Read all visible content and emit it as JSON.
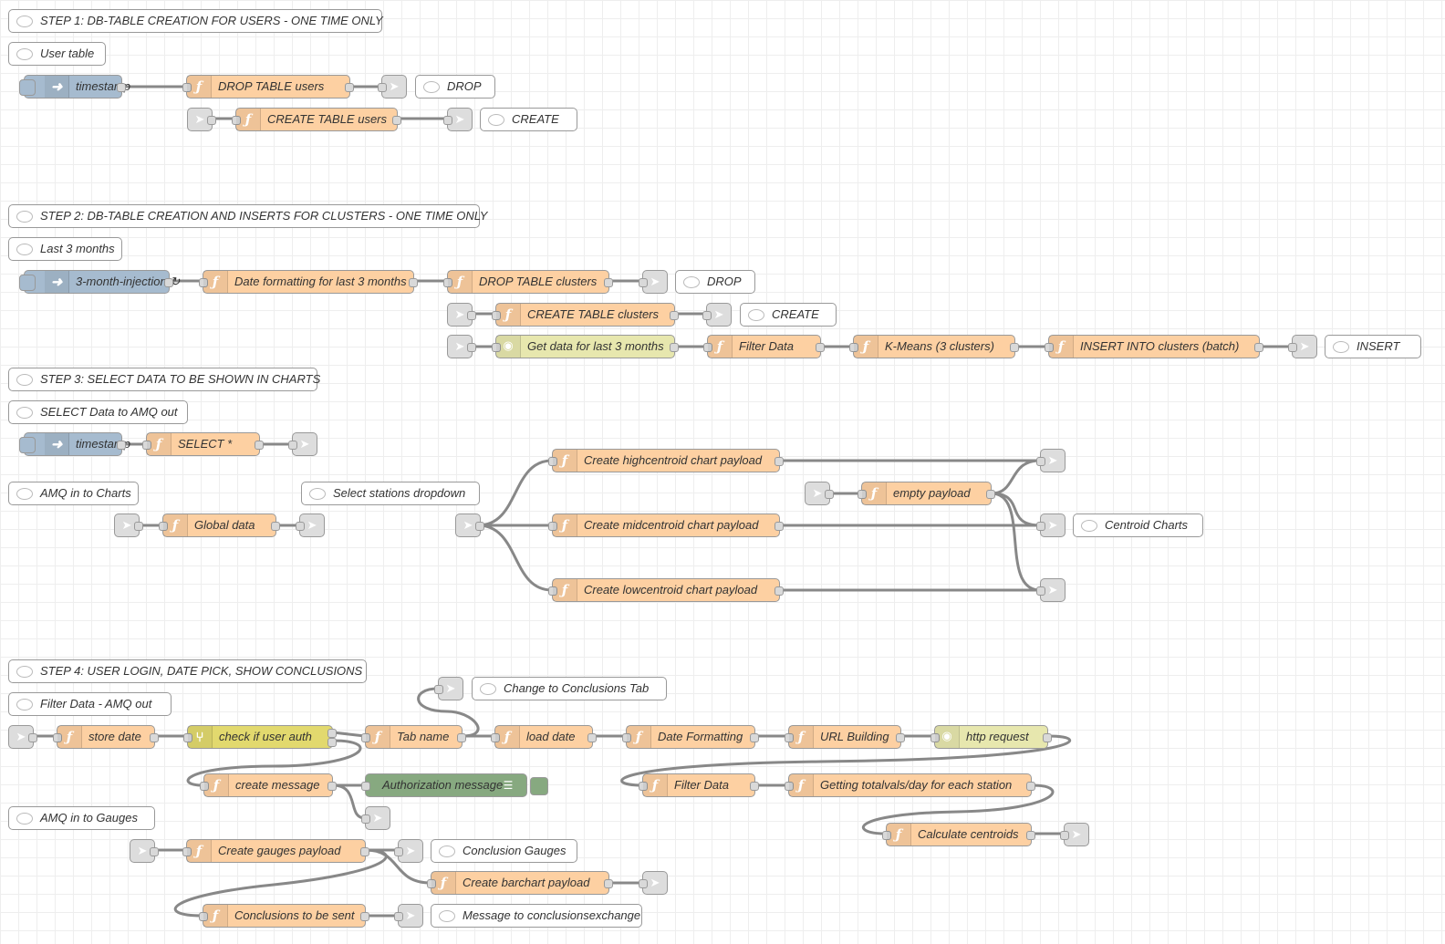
{
  "comments": {
    "step1": "STEP 1: DB-TABLE CREATION FOR USERS - ONE TIME ONLY",
    "user_table": "User table",
    "drop1": "DROP",
    "create1": "CREATE",
    "step2": "STEP 2: DB-TABLE CREATION AND INSERTS FOR CLUSTERS - ONE TIME ONLY",
    "last3": "Last 3 months",
    "drop2": "DROP",
    "create2": "CREATE",
    "insert": "INSERT",
    "step3": "STEP 3: SELECT DATA TO BE SHOWN IN CHARTS",
    "select_amq": "SELECT Data to AMQ out",
    "amq_charts": "AMQ in to Charts",
    "select_stations": "Select stations dropdown",
    "centroid_charts": "Centroid Charts",
    "step4": "STEP 4: USER LOGIN, DATE PICK, SHOW CONCLUSIONS",
    "filter_amq": "Filter Data - AMQ out",
    "change_tab": "Change to Conclusions Tab",
    "amq_gauges": "AMQ in to Gauges",
    "conclusion_gauges": "Conclusion Gauges",
    "msg_exchange": "Message to conclusionsexchange"
  },
  "nodes": {
    "inj1": "timestamp",
    "drop_users": "DROP TABLE users",
    "create_users": "CREATE TABLE users",
    "inj2": "3-month-injection ↻",
    "date_fmt3": "Date formatting for last 3 months",
    "drop_clusters": "DROP TABLE clusters",
    "create_clusters": "CREATE TABLE clusters",
    "get_data": "Get data for last 3 months",
    "filter1": "Filter Data",
    "kmeans": "K-Means (3 clusters)",
    "insert_clusters": "INSERT INTO clusters (batch)",
    "inj3": "timestamp",
    "select": "SELECT *",
    "global": "Global data",
    "high": "Create highcentroid chart payload",
    "mid": "Create midcentroid chart payload",
    "low": "Create lowcentroid chart payload",
    "empty": "empty payload",
    "store_date": "store date",
    "check_auth": "check if user auth",
    "tab_name": "Tab name",
    "load_date": "load date",
    "date_formatting": "Date Formatting",
    "url_building": "URL Building",
    "http_request": "http request",
    "create_message": "create message",
    "auth_message": "Authorization message",
    "filter2": "Filter Data",
    "totalvals": "Getting totalvals/day for each station",
    "centroids": "Calculate centroids",
    "gauges": "Create gauges payload",
    "barchart": "Create barchart payload",
    "conclusions": "Conclusions to be sent"
  },
  "icons": {
    "function": "function-icon",
    "inject": "arrow-right-icon",
    "link": "link-icon",
    "comment": "comment-icon",
    "switch": "switch-icon",
    "http": "globe-icon",
    "debug": "debug-icon"
  },
  "colors": {
    "function": "#fdd0a2",
    "inject": "#a6bbcf",
    "switch": "#e2d96e",
    "http": "#e7e7ae",
    "debug": "#87a980",
    "link": "#dddddd",
    "wire": "#888888"
  }
}
